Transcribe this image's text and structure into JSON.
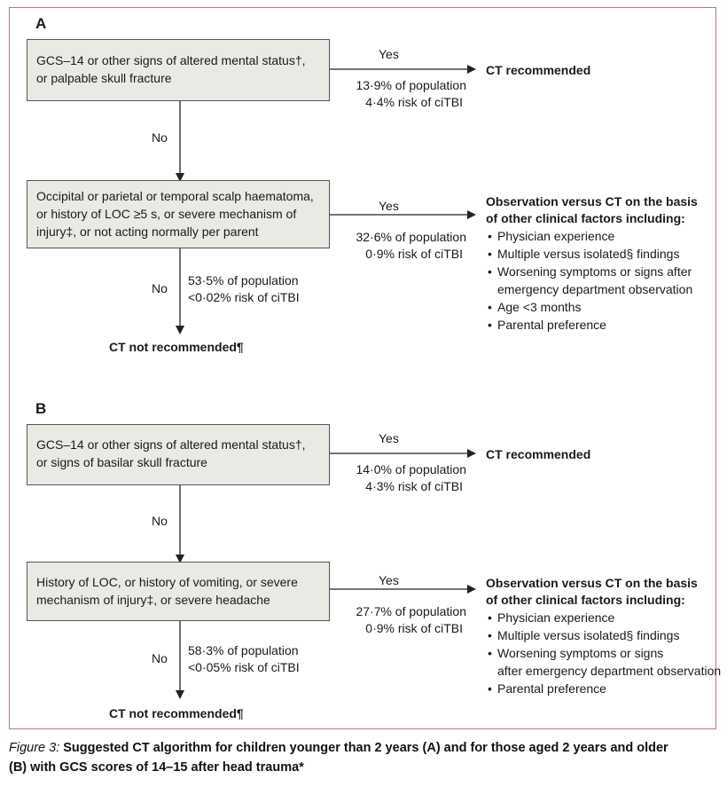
{
  "panelA": {
    "label": "A",
    "box1": [
      "GCS–14 or other signs of altered mental status†,",
      "or palpable skull fracture"
    ],
    "yes1": "Yes",
    "stat1": [
      "13·9% of population",
      "4·4% risk of ciTBI"
    ],
    "outcome1": "CT recommended",
    "no1": "No",
    "box2": [
      "Occipital or parietal or temporal scalp haematoma,",
      "or history of LOC ≥5 s, or severe mechanism of",
      "injury‡, or not acting normally per parent"
    ],
    "yes2": "Yes",
    "stat2": [
      "32·6% of population",
      "0·9% risk of ciTBI"
    ],
    "obs_title": [
      "Observation versus CT on the basis",
      "of other clinical factors including:"
    ],
    "obs_items": [
      "Physician experience",
      "Multiple versus isolated§ findings",
      "Worsening symptoms or signs after",
      "emergency department observation",
      "Age <3 months",
      "Parental preference"
    ],
    "no2": "No",
    "stat3": [
      "53·5% of population",
      "<0·02% risk of ciTBI"
    ],
    "outcome2": "CT not recommended¶"
  },
  "panelB": {
    "label": "B",
    "box1": [
      "GCS–14 or other signs of altered mental status†,",
      "or signs of  basilar skull fracture"
    ],
    "yes1": "Yes",
    "stat1": [
      "14·0% of population",
      "4·3% risk of ciTBI"
    ],
    "outcome1": "CT recommended",
    "no1": "No",
    "box2": [
      "History of LOC, or history of vomiting, or severe",
      "mechanism of injury‡, or severe headache"
    ],
    "yes2": "Yes",
    "stat2": [
      "27·7% of population",
      "0·9% risk of ciTBI"
    ],
    "obs_title": [
      "Observation versus CT on the basis",
      "of other clinical factors including:"
    ],
    "obs_items": [
      "Physician experience",
      "Multiple versus isolated§ findings",
      "Worsening symptoms or signs",
      "after emergency department observation",
      "Parental preference"
    ],
    "no2": "No",
    "stat3": [
      "58·3% of population",
      "<0·05% risk of ciTBI"
    ],
    "outcome2": "CT not recommended¶"
  },
  "caption": {
    "prefix": "Figure 3:",
    "line1": " Suggested CT algorithm for children younger than 2 years (A) and for those aged 2 years and older",
    "line2": "(B) with GCS scores of 14–15 after head trauma*"
  }
}
